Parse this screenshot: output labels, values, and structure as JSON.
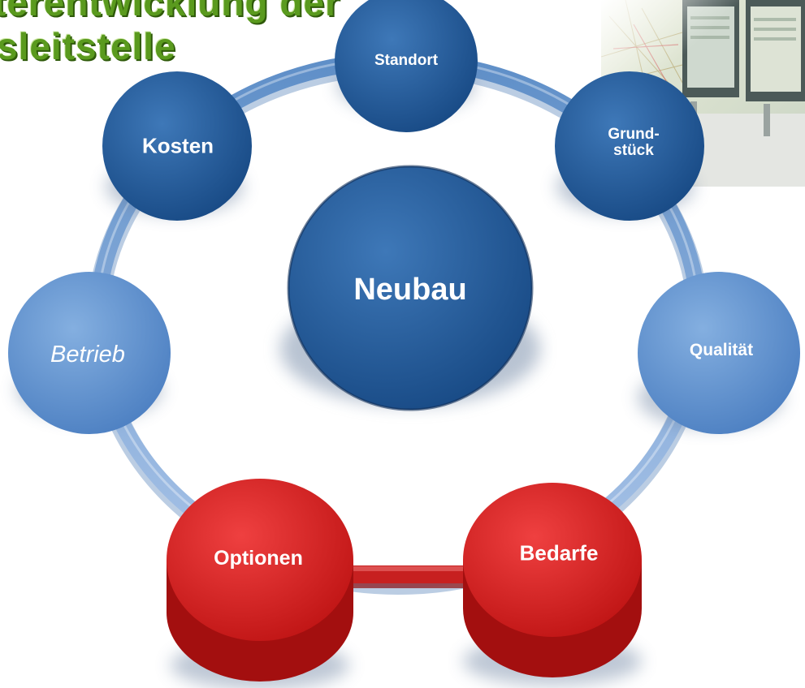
{
  "title": {
    "line1": "terentwicklung der",
    "line2": "sleitstelle"
  },
  "center": {
    "label": "Neubau",
    "color": "#245c9a"
  },
  "nodes": [
    {
      "id": "standort",
      "label": "Standort",
      "color": "#245c9a",
      "emphasis": "regular"
    },
    {
      "id": "grundstueck",
      "label": "Grund-\nstück",
      "color": "#245c9a",
      "emphasis": "regular"
    },
    {
      "id": "qualitaet",
      "label": "Qualität",
      "color": "#5b8fd0",
      "emphasis": "regular"
    },
    {
      "id": "bedarfe",
      "label": "Bedarfe",
      "color": "#d21c1c",
      "emphasis": "highlight"
    },
    {
      "id": "optionen",
      "label": "Optionen",
      "color": "#d21c1c",
      "emphasis": "highlight"
    },
    {
      "id": "betrieb",
      "label": "Betrieb",
      "color": "#5b8fd0",
      "emphasis": "regular"
    },
    {
      "id": "kosten",
      "label": "Kosten",
      "color": "#245c9a",
      "emphasis": "regular"
    }
  ],
  "colors": {
    "ring": "#7ea6d8",
    "ring_highlight": "#d73a3a",
    "title_green": "#5a9a1e"
  }
}
